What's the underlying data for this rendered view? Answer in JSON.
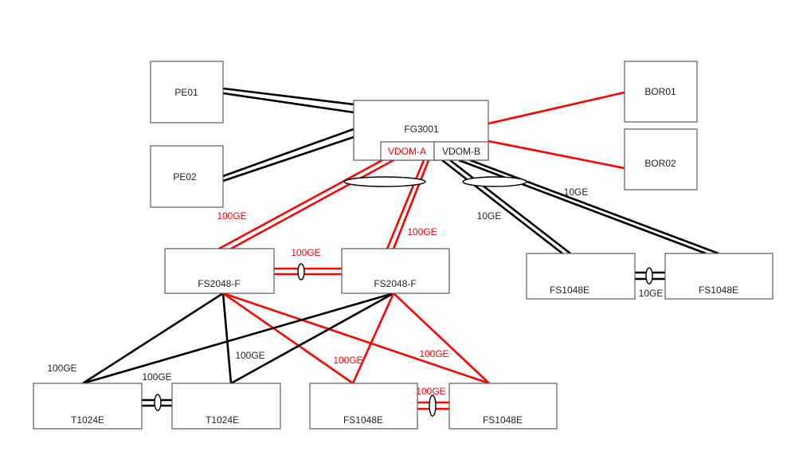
{
  "colors": {
    "accent_red": "#ff0000",
    "line_black": "#000000",
    "box_border": "#595959"
  },
  "nodes": {
    "pe01": "PE01",
    "pe02": "PE02",
    "fg3001": "FG3001",
    "vdom_a": "VDOM-A",
    "vdom_b": "VDOM-B",
    "bor01": "BOR01",
    "bor02": "BOR02",
    "fs2048_left": "FS2048-F",
    "fs2048_right": "FS2048-F",
    "fs1048e_top_left": "FS1048E",
    "fs1048e_top_right": "FS1048E",
    "t1024e_left": "T1024E",
    "t1024e_right": "T1024E",
    "fs1048e_bottom_left": "FS1048E",
    "fs1048e_bottom_right": "FS1048E"
  },
  "link_labels": {
    "vdoma_to_fs2048_left": "100GE",
    "vdoma_to_fs2048_right": "100GE",
    "fs2048_interlink": "100GE",
    "vdomb_to_fs1048e_left": "10GE",
    "vdomb_to_fs1048e_right": "10GE",
    "fs1048e_top_interlink": "10GE",
    "fs2048_to_t1024e_left": "100GE",
    "fs2048_to_t1024e_right": "100GE",
    "t1024e_interlink": "100GE",
    "fs2048_to_fs1048e_left": "100GE",
    "fs2048_to_fs1048e_right": "100GE",
    "fs1048e_bottom_interlink": "100GE"
  }
}
